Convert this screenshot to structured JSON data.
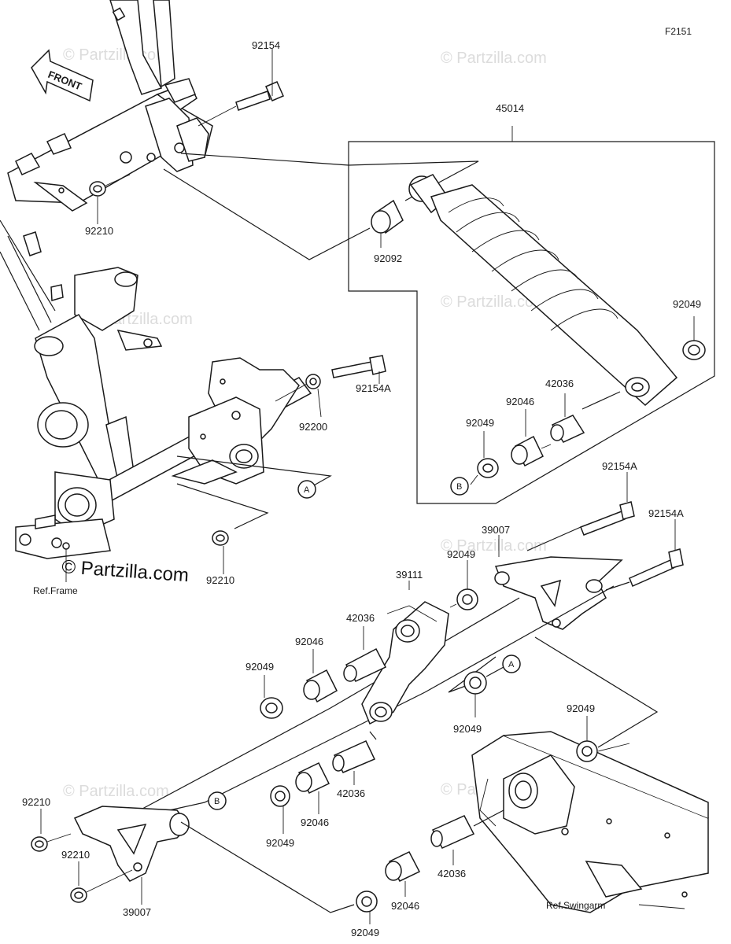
{
  "diagram_code": "F2151",
  "front_label": "FRONT",
  "brand_text": "© Partzilla.com",
  "watermark_text": "© Partzilla.com",
  "ref_frame": "Ref.Frame",
  "ref_swingarm": "Ref.Swingarm",
  "callouts": {
    "A": "A",
    "B": "B"
  },
  "labels": {
    "p92154_top": "92154",
    "p45014": "45014",
    "p92210_top": "92210",
    "p92092": "92092",
    "p92049_shock": "92049",
    "p92154A_mid": "92154A",
    "p92200": "92200",
    "p42036_shock": "42036",
    "p92046_shock": "92046",
    "p92049_shock_low": "92049",
    "p92154A_r1": "92154A",
    "p92154A_r2": "92154A",
    "p39007_top": "39007",
    "p92049_rocker": "92049",
    "p39111": "39111",
    "p42036_rocker": "42036",
    "p92046_rocker": "92046",
    "p92049_left": "92049",
    "p92210_mid": "92210",
    "p92049_A": "92049",
    "p92049_swing": "92049",
    "p42036_low": "42036",
    "p92046_low": "92046",
    "p92049_low": "92049",
    "p92210_l1": "92210",
    "p92210_l2": "92210",
    "p39007_bot": "39007",
    "p42036_bot": "42036",
    "p92046_bot": "92046",
    "p92049_bot": "92049"
  },
  "colors": {
    "ink": "#1a1a1a",
    "watermark": "#dcdcdc",
    "background": "#ffffff"
  }
}
